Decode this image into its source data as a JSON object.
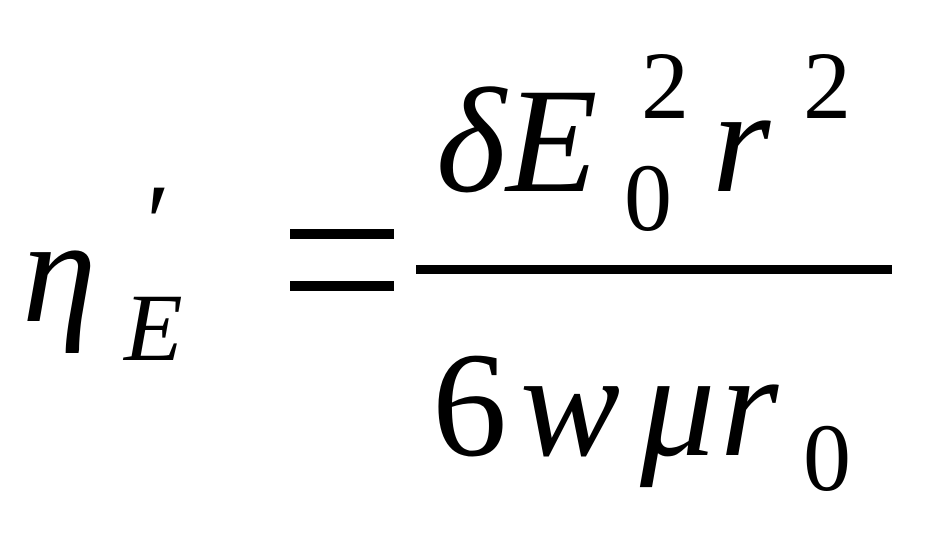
{
  "equation": {
    "lhs": {
      "symbol": "η",
      "prime": "′",
      "subscript": "E"
    },
    "relation": "=",
    "numerator": {
      "delta": "δ",
      "E": "E",
      "E_sup": "2",
      "E_sub": "0",
      "r": "r",
      "r_sup": "2"
    },
    "denominator": {
      "coefficient": "6",
      "w": "w",
      "mu": "μ",
      "r": "r",
      "r_sub": "0"
    }
  }
}
